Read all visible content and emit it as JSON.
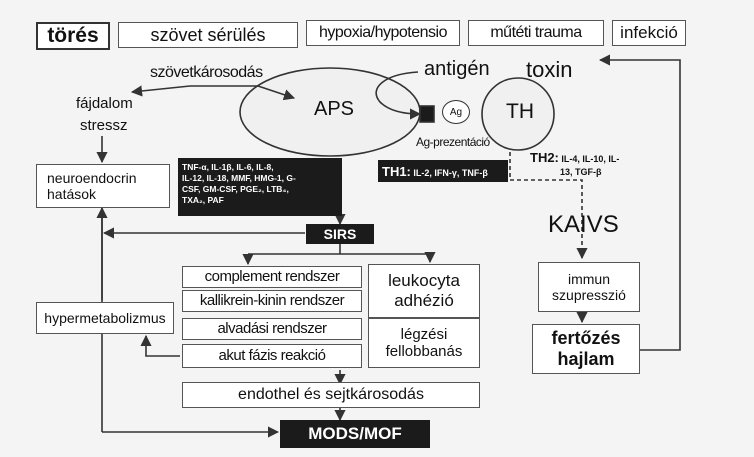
{
  "top_row": {
    "fracture": "törés",
    "tissue_injury": "szövet sérülés",
    "hypoxia": "hypoxia/hypotensio",
    "surgical_trauma": "műtéti trauma",
    "infection": "infekció"
  },
  "tissue_damage": "szövetkárosodás",
  "pain_stress": [
    "fájdalom",
    "stressz"
  ],
  "neuroendocrine": [
    "neuroendocrin",
    "hatások"
  ],
  "hypermetabolism": "hypermetabolizmus",
  "aps": "APS",
  "antigen": "antigén",
  "toxin": "toxin",
  "ag_label": "Ag",
  "th": "TH",
  "ag_presentation": "Ag-prezentáció",
  "cytokines_left": [
    "TNF-α, IL-1β, IL-6, IL-8,",
    "IL-12, IL-18, MMF, HMG-1, G-",
    "CSF, GM-CSF, PGE₂, LTB₄,",
    "TXA₂, PAF"
  ],
  "th1": {
    "label": "TH1:",
    "items": "IL-2, IFN-γ, TNF-β"
  },
  "th2": {
    "label": "TH2:",
    "items": [
      "IL-4, IL-10, IL-",
      "13, TGF-β"
    ]
  },
  "sirs": "SIRS",
  "kaivs": "KAIVS",
  "cascades": [
    "complement rendszer",
    "kallikrein-kinin rendszer",
    "alvadási rendszer",
    "akut fázis reakció"
  ],
  "leukocyte": [
    "leukocyta",
    "adhézió"
  ],
  "respiratory": [
    "légzési",
    "fellobbanás"
  ],
  "immune_suppression": [
    "immun",
    "szupresszió"
  ],
  "infection_tendency": [
    "fertőzés",
    "hajlam"
  ],
  "endothelial": "endothel és sejtkárosodás",
  "mods": "MODS/MOF",
  "colors": {
    "dark_box": "#1b1b1b",
    "line": "#333333",
    "background": "#f4f4f4"
  }
}
